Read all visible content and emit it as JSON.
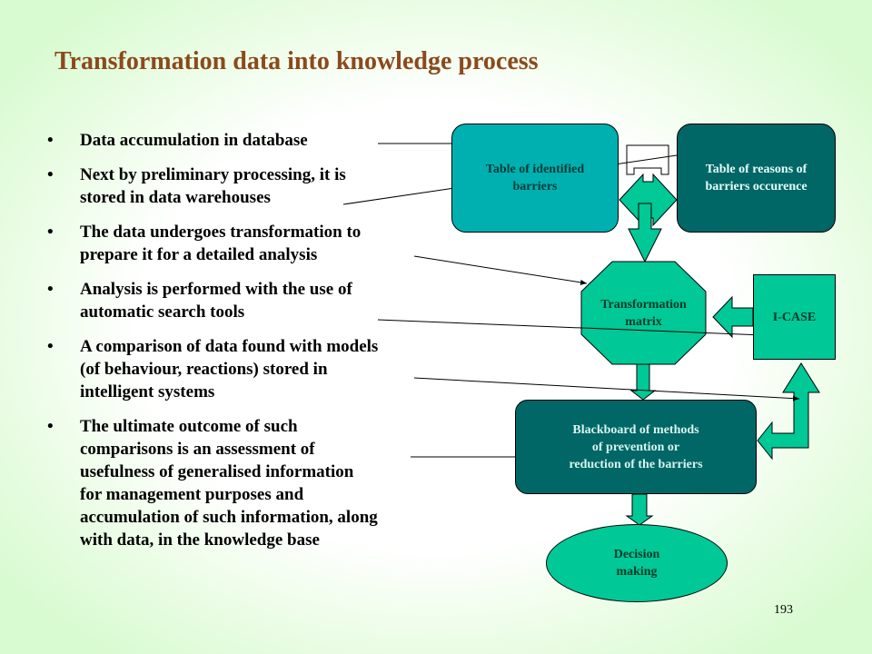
{
  "slide": {
    "title": "Transformation data into knowledge process",
    "page_number": "193"
  },
  "bullets": [
    {
      "marker": "•",
      "text": "Data accumulation in database"
    },
    {
      "marker": "•",
      "text": "Next by preliminary processing, it is\nstored in data warehouses"
    },
    {
      "marker": "•",
      "text": "The data undergoes transformation to\nprepare it for a detailed analysis"
    },
    {
      "marker": "•",
      "text": "Analysis is performed with the use of\nautomatic search tools"
    },
    {
      "marker": "•",
      "text": "A comparison of data found with models\n(of behaviour, reactions) stored in\nintelligent systems"
    },
    {
      "marker": "•",
      "text": "The ultimate outcome of such\ncomparisons is an assessment of\nusefulness of generalised information\nfor management purposes and\naccumulation of such information, along\nwith data, in the knowledge base"
    }
  ],
  "diagram": {
    "table_identified": "Table of identified\nbarriers",
    "table_reasons": "Table of  reasons of\nbarriers occurence",
    "transformation_matrix": "Transformation\nmatrix",
    "icase": "I-CASE",
    "blackboard": "Blackboard of methods\nof prevention or\nreduction of the barriers",
    "decision": "Decision\nmaking"
  },
  "colors": {
    "title": "#8B4A1C",
    "teal_light": "#00B0B0",
    "teal_dark": "#006666",
    "green": "#00C896"
  }
}
